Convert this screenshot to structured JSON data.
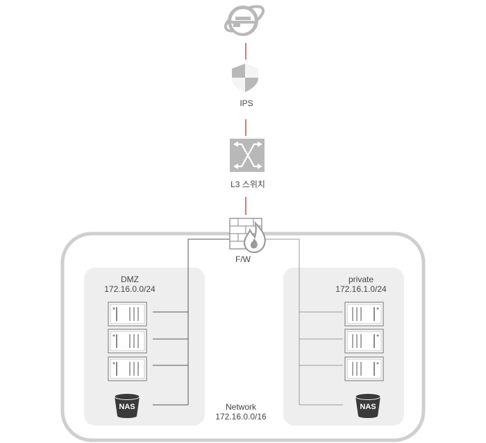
{
  "nodes": {
    "ips": {
      "label": "IPS"
    },
    "switch": {
      "label": "L3 스위치"
    },
    "firewall": {
      "label": "F/W"
    }
  },
  "network": {
    "title": "Network",
    "cidr": "172.16.0.0/16"
  },
  "zones": {
    "dmz": {
      "title": "DMZ",
      "cidr": "172.16.0.0/24",
      "nas_label": "NAS"
    },
    "private": {
      "title": "private",
      "cidr": "172.16.1.0/24",
      "nas_label": "NAS"
    }
  },
  "colors": {
    "uplink": "#d9434a",
    "icon_gray": "#b8b8b8",
    "zone_fill": "#eeeeee",
    "network_border": "#cfcfcf",
    "nas_dark": "#3a3a3a"
  }
}
